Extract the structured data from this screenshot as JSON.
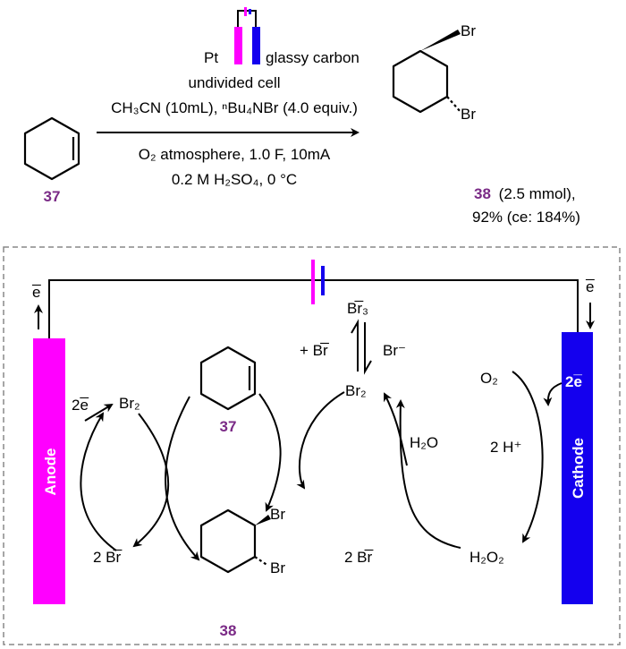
{
  "colors": {
    "anode": "#ff00ff",
    "cathode": "#1400ee",
    "compound_label": "#7a2a86"
  },
  "reaction": {
    "electrode_left": "Pt",
    "electrode_right": "glassy carbon",
    "cell": "undivided cell",
    "conditions_1": "CH₃CN (10mL), ⁿBu₄NBr (4.0 equiv.)",
    "conditions_2": "O₂ atmosphere, 1.0 F, 10mA",
    "conditions_3": "0.2 M H₂SO₄, 0 °C",
    "substrate_label": "37",
    "product_label": "38",
    "product_amount": "(2.5 mmol),",
    "product_yield": "92% (ce: 184%)",
    "product_br_top": "Br",
    "product_br_bottom": "Br"
  },
  "mechanism": {
    "anode": "Anode",
    "cathode": "Cathode",
    "electron_left": "e̅",
    "electron_right": "e̅",
    "anode_2e": "2e̅",
    "anode_br2": "Br₂",
    "anode_2br": "2 Br̅",
    "substrate_label": "37",
    "product_label": "38",
    "product_br_top": "Br",
    "product_br_bottom": "Br",
    "br3": "Br̅₃",
    "plus_br": "+ Br̅",
    "minus_br": "Br⁻",
    "center_br2": "Br₂",
    "h2o": "H₂O",
    "center_2br": "2 Br̅",
    "h2o2": "H₂O₂",
    "o2": "O₂",
    "cathode_2e": "2e̅",
    "protons": "2 H⁺"
  }
}
